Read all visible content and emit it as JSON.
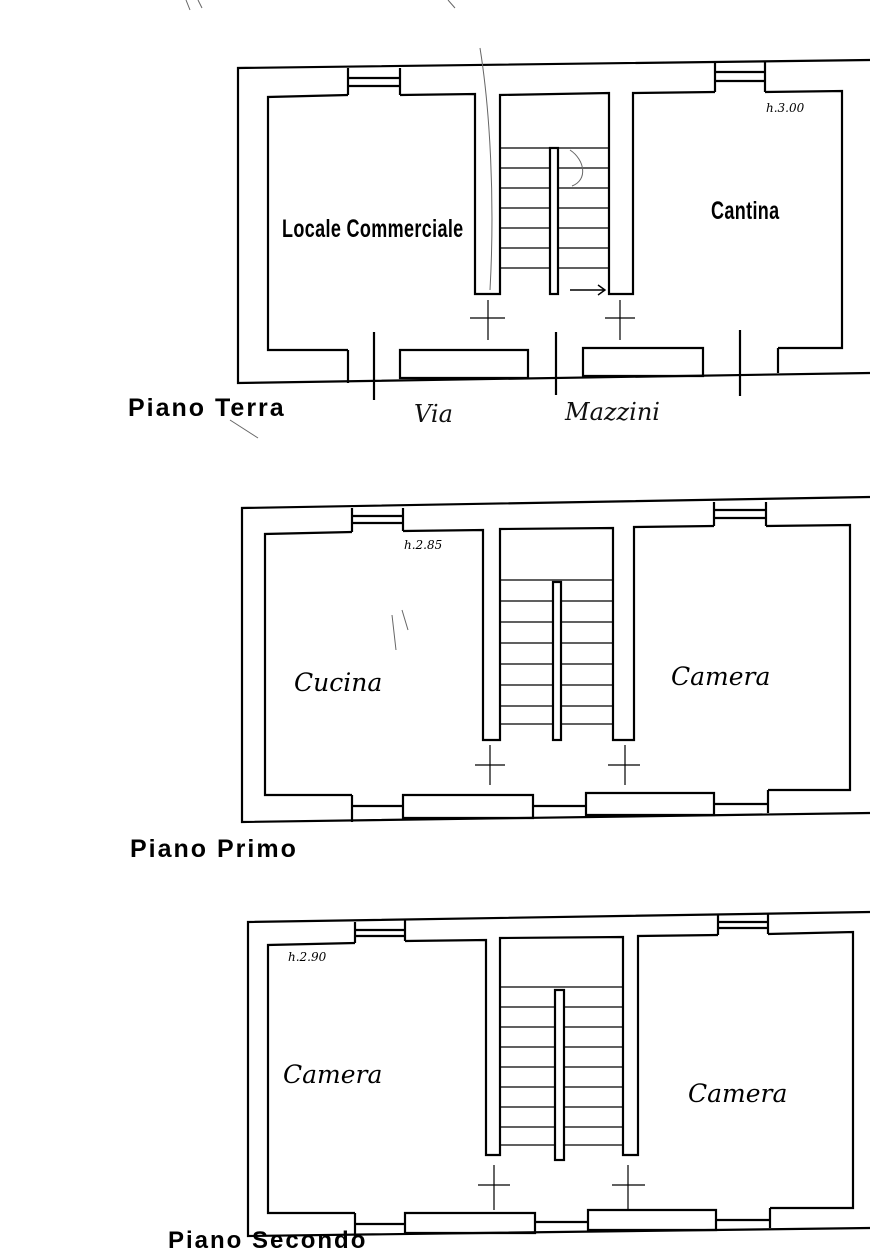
{
  "floors": [
    {
      "label": "Piano Terra",
      "rooms": {
        "left": "Locale Commerciale",
        "right": "Cantina"
      },
      "height": "h.3.00",
      "street": {
        "prefix": "Via",
        "name": "Mazzini"
      }
    },
    {
      "label": "Piano Primo",
      "rooms": {
        "left": "Cucina",
        "right": "Camera"
      },
      "height": "h.2.85"
    },
    {
      "label": "Piano Secondo",
      "rooms": {
        "left": "Camera",
        "right": "Camera"
      },
      "height": "h.2.90"
    }
  ],
  "colors": {
    "ink": "#000000",
    "paper": "#ffffff"
  }
}
